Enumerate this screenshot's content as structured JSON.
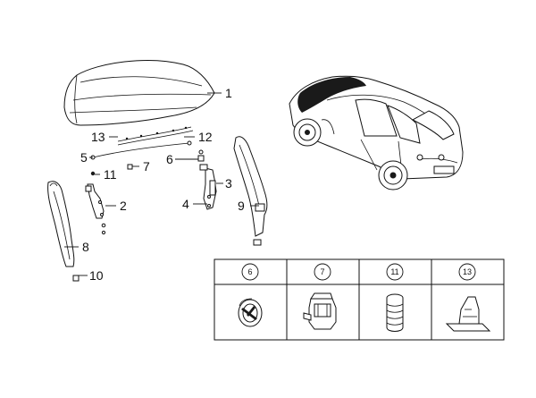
{
  "callouts": {
    "c1": "1",
    "c2": "2",
    "c3": "3",
    "c4": "4",
    "c5": "5",
    "c6": "6",
    "c7": "7",
    "c8": "8",
    "c9": "9",
    "c10": "10",
    "c11": "11",
    "c12": "12",
    "c13": "13"
  },
  "detail_table": {
    "headers": [
      "6",
      "7",
      "11",
      "13"
    ]
  }
}
